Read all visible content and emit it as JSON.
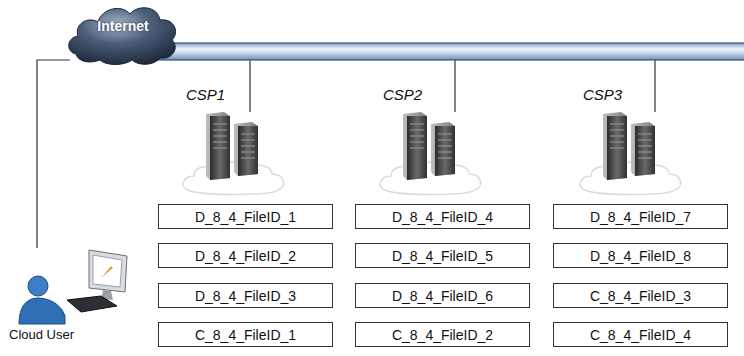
{
  "diagram": {
    "nodes": [
      {
        "text": [
          "Internet"
        ]
      },
      {
        "text": [
          "CSP1"
        ]
      },
      {
        "text": [
          "CSP2"
        ]
      },
      {
        "text": [
          "CSP3"
        ]
      },
      {
        "text": [
          "D_8_4_FileID_1"
        ]
      },
      {
        "text": [
          "D_8_4_FileID_4"
        ]
      },
      {
        "text": [
          "D_8_4_FileID_7"
        ]
      },
      {
        "text": [
          "D_8_4_FileID_2"
        ]
      },
      {
        "text": [
          "D_8_4_FileID_5"
        ]
      },
      {
        "text": [
          "D_8_4_FileID_8"
        ]
      },
      {
        "text": [
          "D_8_4_FileID_3"
        ]
      },
      {
        "text": [
          "D_8_4_FileID_6"
        ]
      },
      {
        "text": [
          "C_8_4_FileID_3"
        ]
      },
      {
        "text": [
          "C_8_4_FileID_1"
        ]
      },
      {
        "text": [
          "C_8_4_FileID_2"
        ]
      },
      {
        "text": [
          "C_8_4_FileID_4"
        ]
      },
      {
        "text": [
          "Cloud User"
        ]
      }
    ],
    "edges": [
      {
        "from": 0,
        "to": 1,
        "arrow": "none"
      },
      {
        "from": 0,
        "to": 2,
        "arrow": "none"
      },
      {
        "from": 0,
        "to": 3,
        "arrow": "none"
      },
      {
        "from": 0,
        "to": 16,
        "arrow": "none"
      }
    ]
  }
}
